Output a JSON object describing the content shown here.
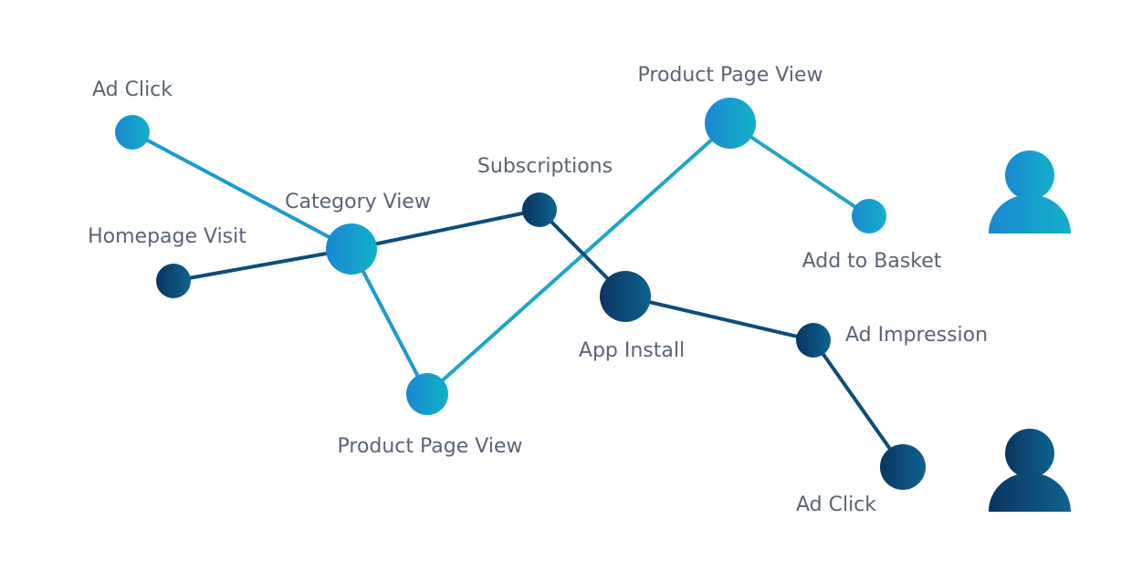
{
  "colors": {
    "dark_path": "#0d4d7b",
    "light_path": "#1b9ad0",
    "label_text": "#5a6475",
    "gradient_light": [
      "#1a88d2",
      "#12b0c8"
    ],
    "gradient_dark": [
      "#0a3560",
      "#0e6390"
    ]
  },
  "nodes": [
    {
      "id": "ad-click-top",
      "label": "Ad Click",
      "style": "light"
    },
    {
      "id": "homepage-visit",
      "label": "Homepage Visit",
      "style": "dark"
    },
    {
      "id": "category-view",
      "label": "Category View",
      "style": "light"
    },
    {
      "id": "product-page-view-bottom",
      "label": "Product Page View",
      "style": "light"
    },
    {
      "id": "subscriptions",
      "label": "Subscriptions",
      "style": "dark"
    },
    {
      "id": "product-page-view-top",
      "label": "Product Page View",
      "style": "light"
    },
    {
      "id": "add-to-basket",
      "label": "Add to Basket",
      "style": "light"
    },
    {
      "id": "app-install",
      "label": "App Install",
      "style": "dark"
    },
    {
      "id": "ad-impression",
      "label": "Ad Impression",
      "style": "dark"
    },
    {
      "id": "ad-click-bottom",
      "label": "Ad Click",
      "style": "dark"
    }
  ],
  "paths": [
    {
      "id": "light-journey",
      "style": "light",
      "sequence": [
        "ad-click-top",
        "category-view",
        "product-page-view-bottom",
        "product-page-view-top",
        "add-to-basket"
      ]
    },
    {
      "id": "dark-journey",
      "style": "dark",
      "sequence": [
        "homepage-visit",
        "category-view",
        "subscriptions",
        "app-install",
        "ad-impression",
        "ad-click-bottom"
      ]
    }
  ],
  "users": [
    {
      "id": "user-light",
      "icon": "user-icon",
      "style": "light"
    },
    {
      "id": "user-dark",
      "icon": "user-icon",
      "style": "dark"
    }
  ]
}
